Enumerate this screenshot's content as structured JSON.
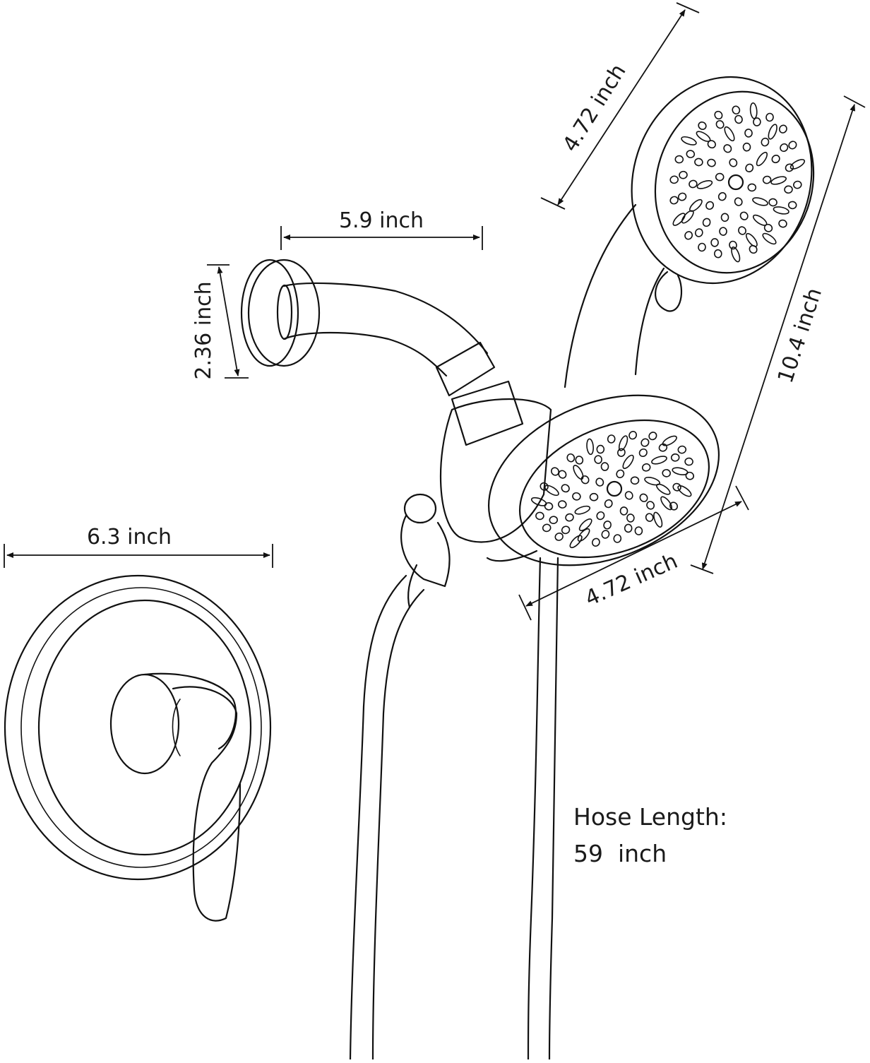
{
  "dimensions": {
    "shower_arm_length": "5.9 inch",
    "wall_flange_height": "2.36 inch",
    "handheld_head_diameter": "4.72 inch",
    "overall_height": "10.4 inch",
    "fixed_head_diameter": "4.72 inch",
    "valve_trim_width": "6.3 inch"
  },
  "hose": {
    "label": "Hose Length:",
    "value": "59  inch"
  }
}
